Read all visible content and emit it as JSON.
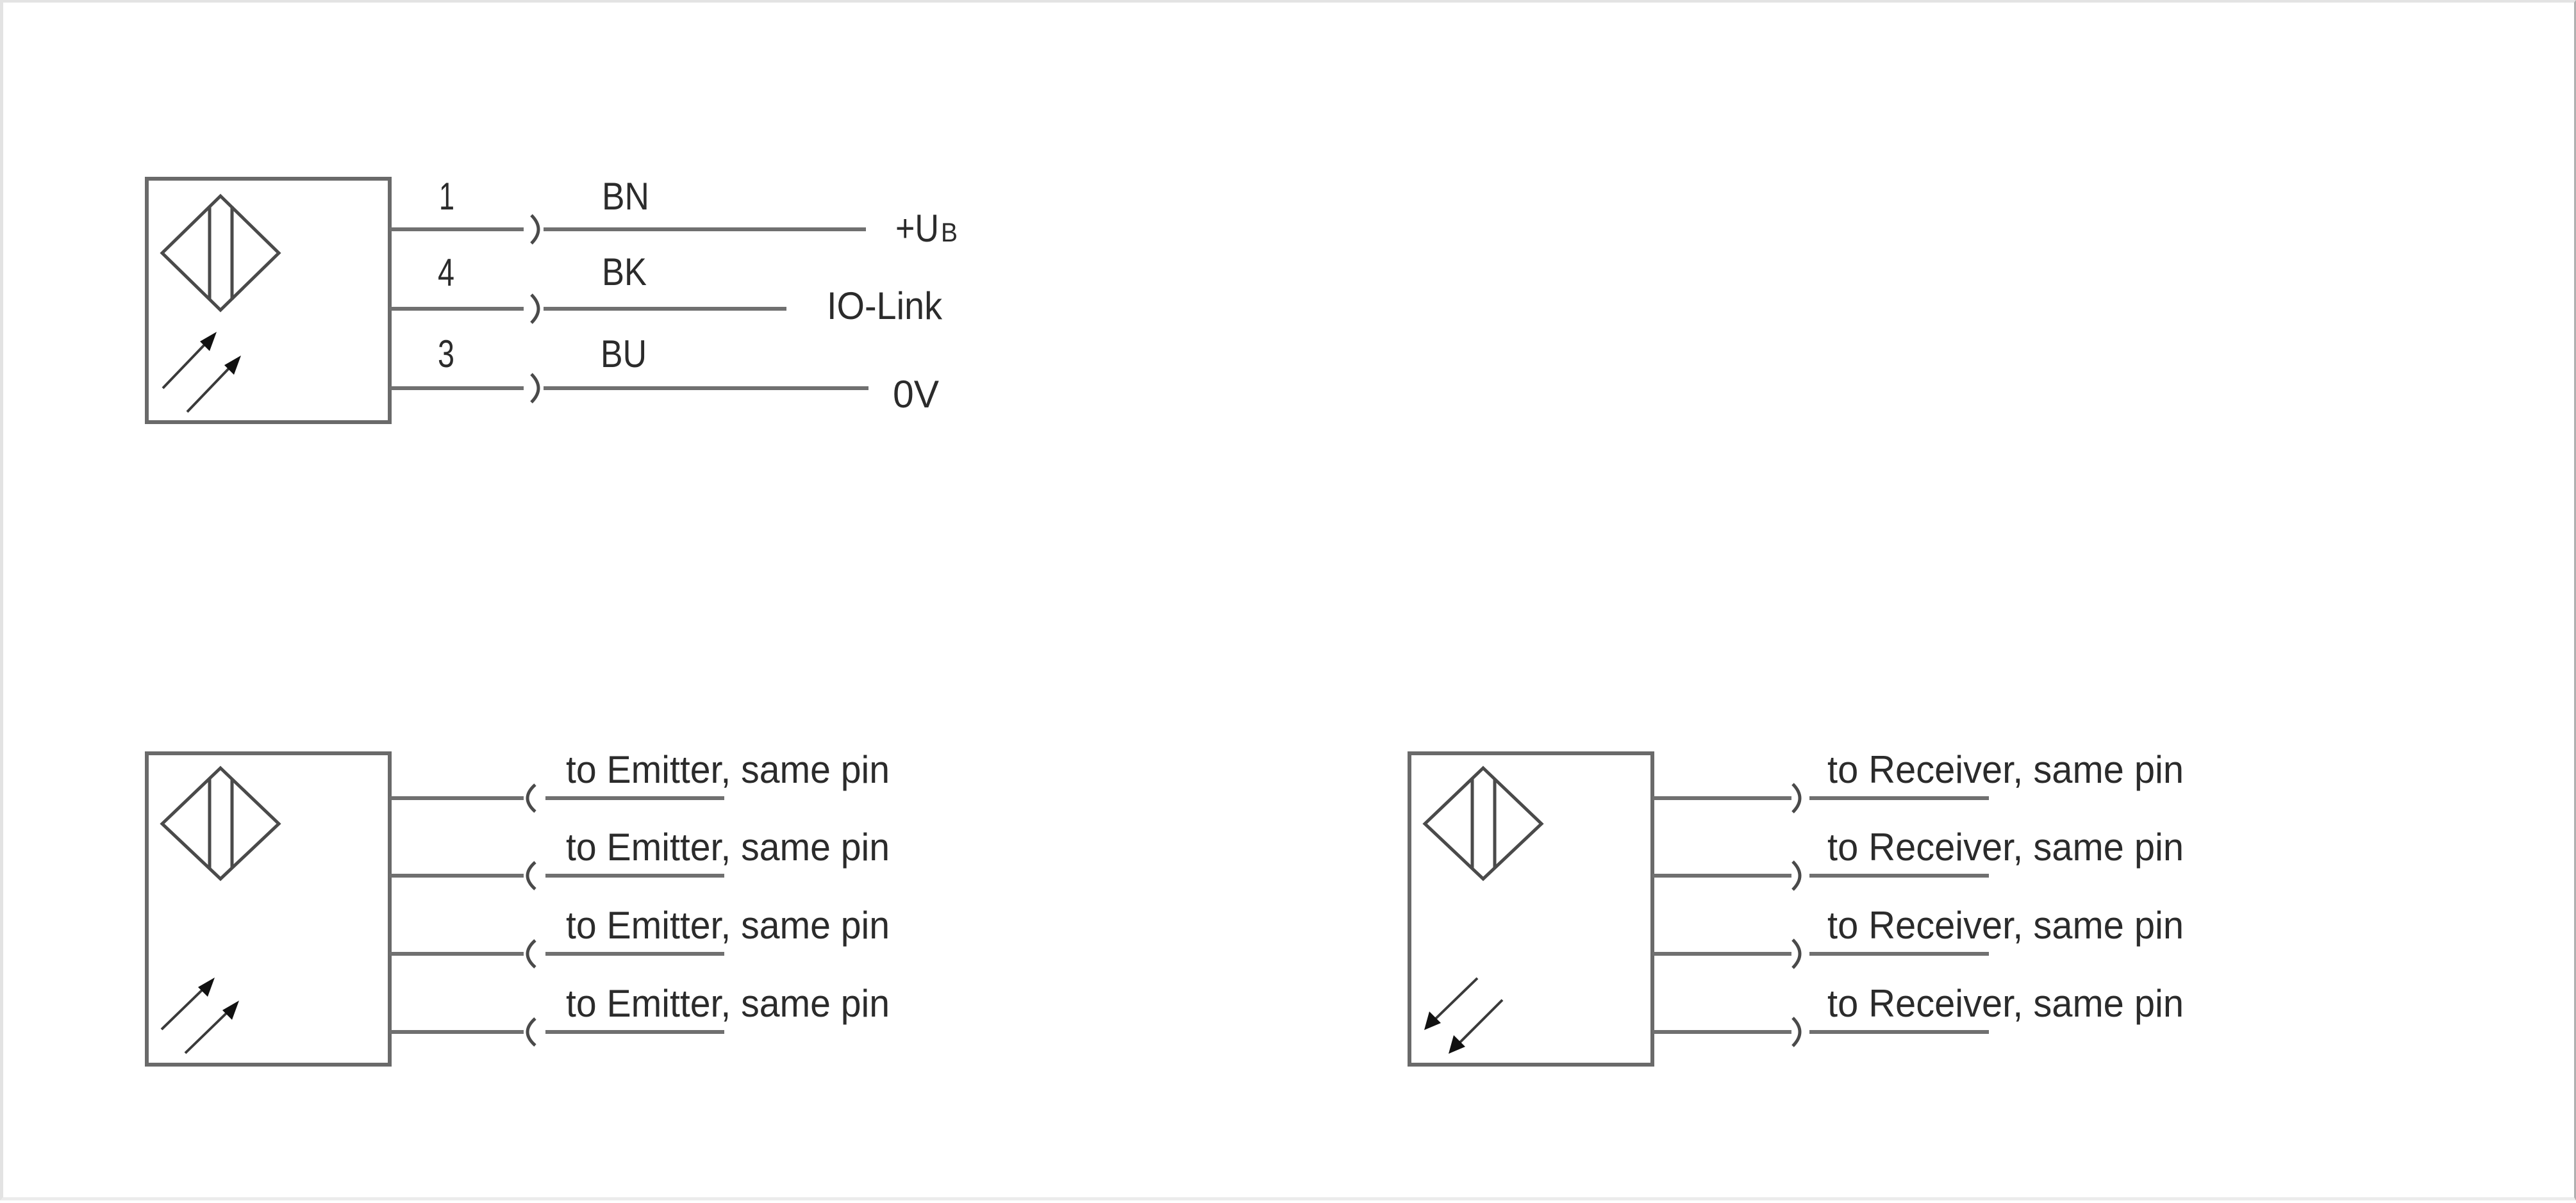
{
  "diagrams": [
    {
      "id": "sensor-receiver",
      "description": "photoelectric sensor, emitting symbol",
      "light_direction": "outgoing",
      "connector": "male",
      "wires": [
        {
          "pin": "1",
          "color_code": "BN",
          "signal": "+U",
          "signal_sub": "B"
        },
        {
          "pin": "4",
          "color_code": "BK",
          "signal": "IO-Link",
          "signal_sub": ""
        },
        {
          "pin": "3",
          "color_code": "BU",
          "signal": "0V",
          "signal_sub": ""
        }
      ]
    },
    {
      "id": "emitter-side",
      "light_direction": "outgoing",
      "connector": "female",
      "wires": [
        {
          "label": "to Emitter, same pin"
        },
        {
          "label": "to Emitter, same pin"
        },
        {
          "label": "to Emitter, same pin"
        },
        {
          "label": "to Emitter, same pin"
        }
      ]
    },
    {
      "id": "receiver-side",
      "light_direction": "incoming",
      "connector": "male",
      "wires": [
        {
          "label": "to Receiver, same pin"
        },
        {
          "label": "to Receiver, same pin"
        },
        {
          "label": "to Receiver, same pin"
        },
        {
          "label": "to Receiver, same pin"
        }
      ]
    }
  ],
  "colors": {
    "line": "#707070",
    "text": "#2b2b2b",
    "arrow": "#111111"
  }
}
